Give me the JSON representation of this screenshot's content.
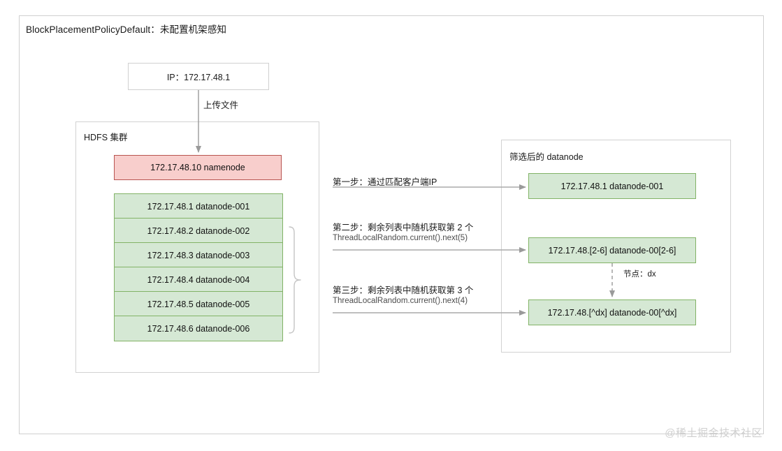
{
  "diagram": {
    "title": "BlockPlacementPolicyDefault：未配置机架感知",
    "watermark": "@稀土掘金技术社区"
  },
  "client": {
    "ip_box_label": "IP：172.17.48.1",
    "upload_edge_label": "上传文件"
  },
  "hdfs_cluster": {
    "panel_title": "HDFS 集群",
    "namenode": "172.17.48.10  namenode",
    "datanodes": [
      "172.17.48.1 datanode-001",
      "172.17.48.2 datanode-002",
      "172.17.48.3 datanode-003",
      "172.17.48.4 datanode-004",
      "172.17.48.5 datanode-005",
      "172.17.48.6 datanode-006"
    ],
    "brace_note": ""
  },
  "steps": [
    {
      "title": "第一步：通过匹配客户端IP",
      "subtitle": ""
    },
    {
      "title": "第二步：剩余列表中随机获取第 2 个",
      "subtitle": "ThreadLocalRandom.current().next(5)"
    },
    {
      "title": "第三步：剩余列表中随机获取第 3 个",
      "subtitle": "ThreadLocalRandom.current().next(4)"
    }
  ],
  "filtered": {
    "panel_title": "筛选后的 datanode",
    "results": [
      "172.17.48.1 datanode-001",
      "172.17.48.[2-6] datanode-00[2-6]",
      "172.17.48.[^dx] datanode-00[^dx]"
    ],
    "exclude_edge_label": "节点：dx"
  },
  "colors": {
    "namenode_fill": "#f8cecc",
    "namenode_stroke": "#b85450",
    "datanode_fill": "#d5e8d4",
    "datanode_stroke": "#82b366",
    "panel_stroke": "#d2d2d2",
    "connector": "#9a9a9a"
  }
}
